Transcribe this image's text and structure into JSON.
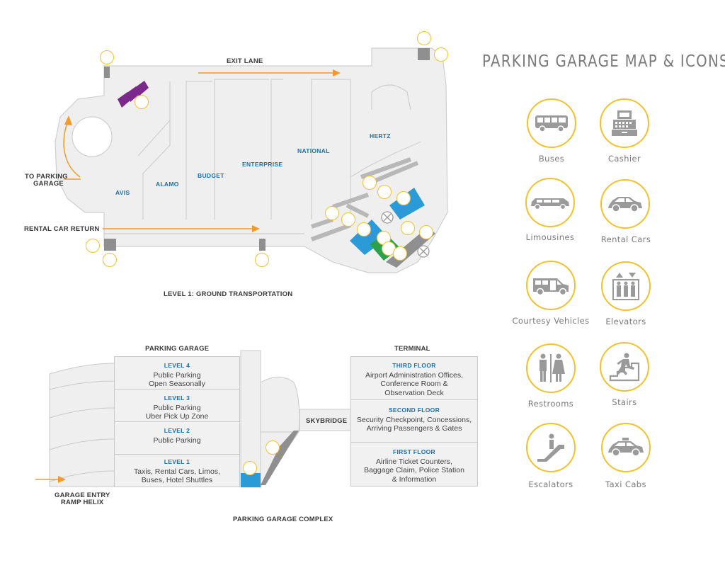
{
  "title": "PARKING GARAGE MAP & ICONS",
  "level1": {
    "caption": "LEVEL 1: GROUND TRANSPORTATION",
    "exit_lane": "EXIT LANE",
    "to_parking": [
      "TO PARKING",
      "GARAGE"
    ],
    "rental_return": "RENTAL CAR RETURN",
    "agencies": [
      "AVIS",
      "ALAMO",
      "BUDGET",
      "ENTERPRISE",
      "NATIONAL",
      "HERTZ"
    ]
  },
  "complex": {
    "caption": "PARKING GARAGE COMPLEX",
    "garage_heading": "PARKING GARAGE",
    "terminal_heading": "TERMINAL",
    "skybridge": "SKYBRIDGE",
    "entry": [
      "GARAGE ENTRY",
      "RAMP HELIX"
    ],
    "garage_levels": [
      {
        "name": "LEVEL 4",
        "lines": [
          "Public Parking",
          "Open Seasonally"
        ]
      },
      {
        "name": "LEVEL 3",
        "lines": [
          "Public Parking",
          "Uber Pick Up Zone"
        ]
      },
      {
        "name": "LEVEL 2",
        "lines": [
          "Public Parking"
        ]
      },
      {
        "name": "LEVEL 1",
        "lines": [
          "Taxis, Rental Cars, Limos,",
          "Buses, Hotel Shuttles"
        ]
      }
    ],
    "terminal_floors": [
      {
        "name": "THIRD FLOOR",
        "lines": [
          "Airport Administration Offices,",
          "Conference Room &",
          "Observation Deck"
        ]
      },
      {
        "name": "SECOND FLOOR",
        "lines": [
          "Security Checkpoint, Concessions,",
          "Arriving Passengers & Gates"
        ]
      },
      {
        "name": "FIRST FLOOR",
        "lines": [
          "Airline Ticket Counters,",
          "Baggage Claim, Police Station",
          "& Information"
        ]
      }
    ]
  },
  "legend": [
    {
      "label": "Buses",
      "icon": "bus-icon"
    },
    {
      "label": "Cashier",
      "icon": "cashier-icon"
    },
    {
      "label": "Limousines",
      "icon": "limousine-icon"
    },
    {
      "label": "Rental Cars",
      "icon": "rental-car-icon"
    },
    {
      "label": "Courtesy Vehicles",
      "icon": "courtesy-vehicle-icon"
    },
    {
      "label": "Elevators",
      "icon": "elevator-icon"
    },
    {
      "label": "Restrooms",
      "icon": "restroom-icon"
    },
    {
      "label": "Stairs",
      "icon": "stairs-icon"
    },
    {
      "label": "Escalators",
      "icon": "escalator-icon"
    },
    {
      "label": "Taxi Cabs",
      "icon": "taxi-icon"
    }
  ],
  "colors": {
    "accent": "#f2c12e",
    "arrow": "#f39a2b",
    "agency": "#1f6fa8",
    "rental_zone": "#2b9bd8",
    "taxi_zone": "#2aa24b",
    "cashier_zone": "#7b2a8c",
    "floor": "#f1f1f1",
    "wall": "#c9c9c9"
  }
}
